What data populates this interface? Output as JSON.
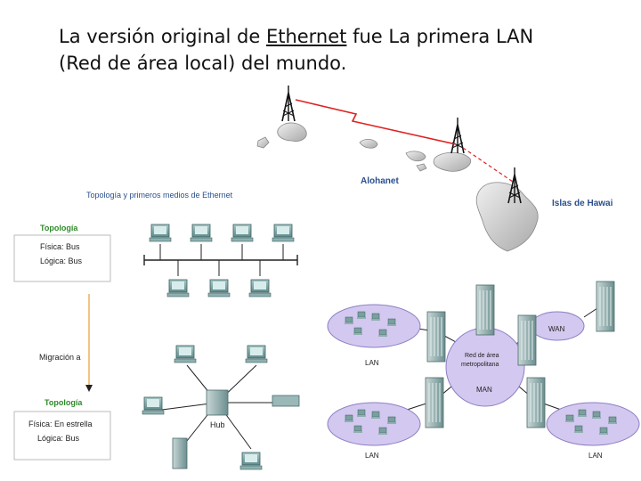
{
  "title": {
    "part1": "La versión original de ",
    "link": "Ethernet",
    "part2": " fue La primera LAN",
    "line2": "(Red de área local) del mundo."
  },
  "alohanet": {
    "label": "Alohanet",
    "islands_label": "Islas de Hawai"
  },
  "topology": {
    "heading": "Topología y primeros medios de Ethernet",
    "box1_title": "Topología",
    "box1_line1": "Física: Bus",
    "box1_line2": "Lógica: Bus",
    "migration": "Migración a",
    "box2_title": "Topología",
    "box2_line1": "Física: En estrella",
    "box2_line2": "Lógica: Bus",
    "hub_label": "Hub"
  },
  "network": {
    "lan_label": "LAN",
    "wan_label": "WAN",
    "man_line1": "Red de área",
    "man_line2": "metropolitana",
    "man_label": "MAN"
  },
  "colors": {
    "text": "#111111",
    "blue_label": "#2a4f8c",
    "green_label": "#2f8a2a",
    "cloud_fill": "#d3c8ef",
    "cloud_stroke": "#8d7fc4",
    "radio_link": "#e02020",
    "computer": "#5f8d8d"
  }
}
